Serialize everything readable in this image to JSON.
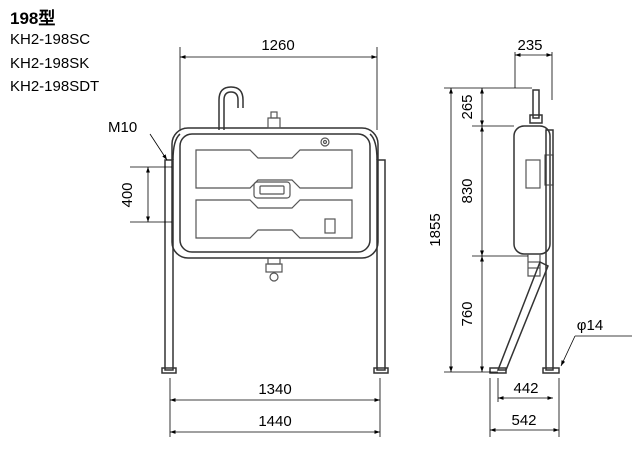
{
  "diagram": {
    "title": "198型",
    "models": [
      "KH2-198SC",
      "KH2-198SK",
      "KH2-198SDT"
    ],
    "labels": {
      "bolt": "M10",
      "pipe_diameter": "φ14"
    },
    "dimensions": {
      "top_width": "1260",
      "side_depth": "235",
      "height_400": "400",
      "height_265": "265",
      "height_830": "830",
      "total_height": "1855",
      "height_760": "760",
      "width_1340": "1340",
      "width_1440": "1440",
      "depth_442": "442",
      "depth_542": "542"
    }
  }
}
